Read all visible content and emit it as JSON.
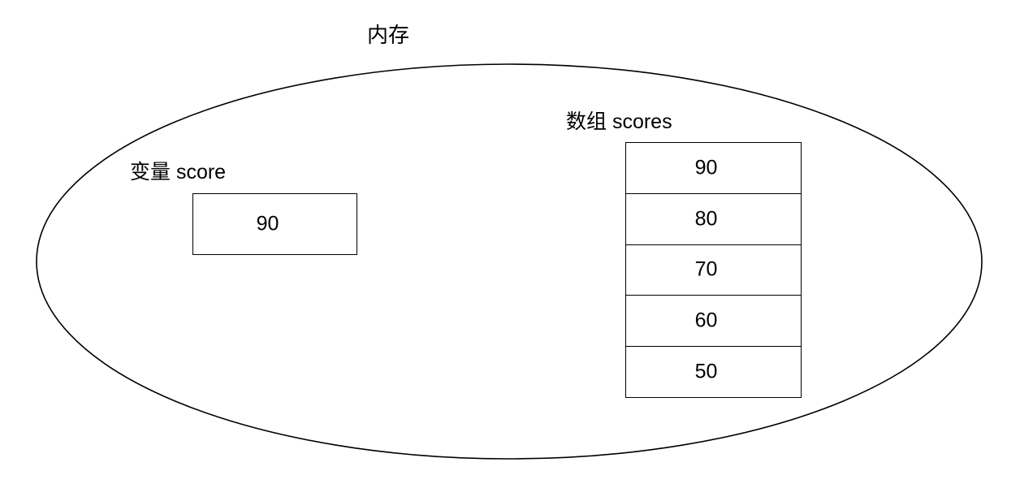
{
  "diagram": {
    "title": "内存",
    "background_color": "#ffffff",
    "stroke_color": "#000000",
    "text_color": "#000000",
    "container_shape": "ellipse",
    "variable": {
      "label": "变量 score",
      "value": "90"
    },
    "array": {
      "label": "数组 scores",
      "cells": [
        {
          "value": "90"
        },
        {
          "value": "80"
        },
        {
          "value": "70"
        },
        {
          "value": "60"
        },
        {
          "value": "50"
        }
      ]
    }
  }
}
